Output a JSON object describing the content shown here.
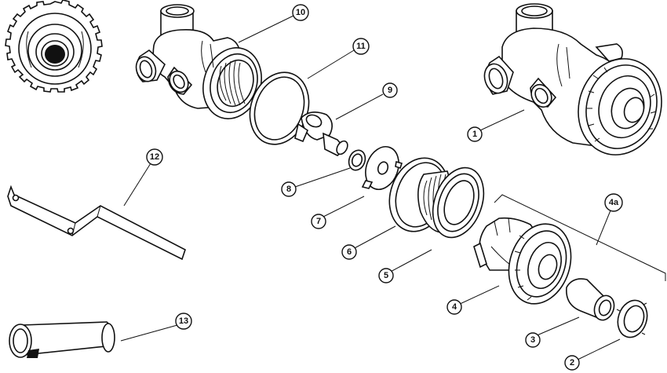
{
  "callouts": [
    {
      "id": "part-1",
      "label": "1"
    },
    {
      "id": "part-2",
      "label": "2"
    },
    {
      "id": "part-3",
      "label": "3"
    },
    {
      "id": "part-4",
      "label": "4"
    },
    {
      "id": "part-4a",
      "label": "4a"
    },
    {
      "id": "part-5",
      "label": "5"
    },
    {
      "id": "part-6",
      "label": "6"
    },
    {
      "id": "part-7",
      "label": "7"
    },
    {
      "id": "part-8",
      "label": "8"
    },
    {
      "id": "part-9",
      "label": "9"
    },
    {
      "id": "part-10",
      "label": "10"
    },
    {
      "id": "part-11",
      "label": "11"
    },
    {
      "id": "part-12",
      "label": "12"
    },
    {
      "id": "part-13",
      "label": "13"
    }
  ]
}
